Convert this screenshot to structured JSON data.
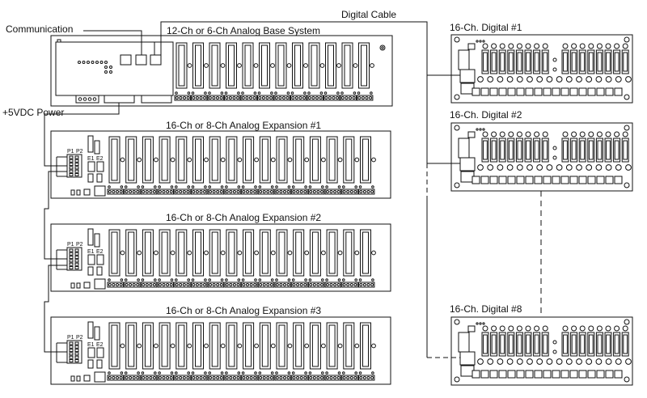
{
  "labels": {
    "communication": "Communication",
    "digital_cable": "Digital Cable",
    "power": "+5VDC Power",
    "base_system": "12-Ch or 6-Ch Analog Base System",
    "expansion_1": "16-Ch or 8-Ch Analog Expansion #1",
    "expansion_2": "16-Ch or 8-Ch Analog Expansion #2",
    "expansion_3": "16-Ch or 8-Ch Analog Expansion #3",
    "digital_1": "16-Ch. Digital #1",
    "digital_2": "16-Ch. Digital #2",
    "digital_8": "16-Ch. Digital #8"
  },
  "connector_labels": {
    "p1": "P1",
    "p2": "P2",
    "e1": "E1",
    "e2": "E2"
  },
  "colors": {
    "line": "#111111",
    "background": "#ffffff"
  }
}
